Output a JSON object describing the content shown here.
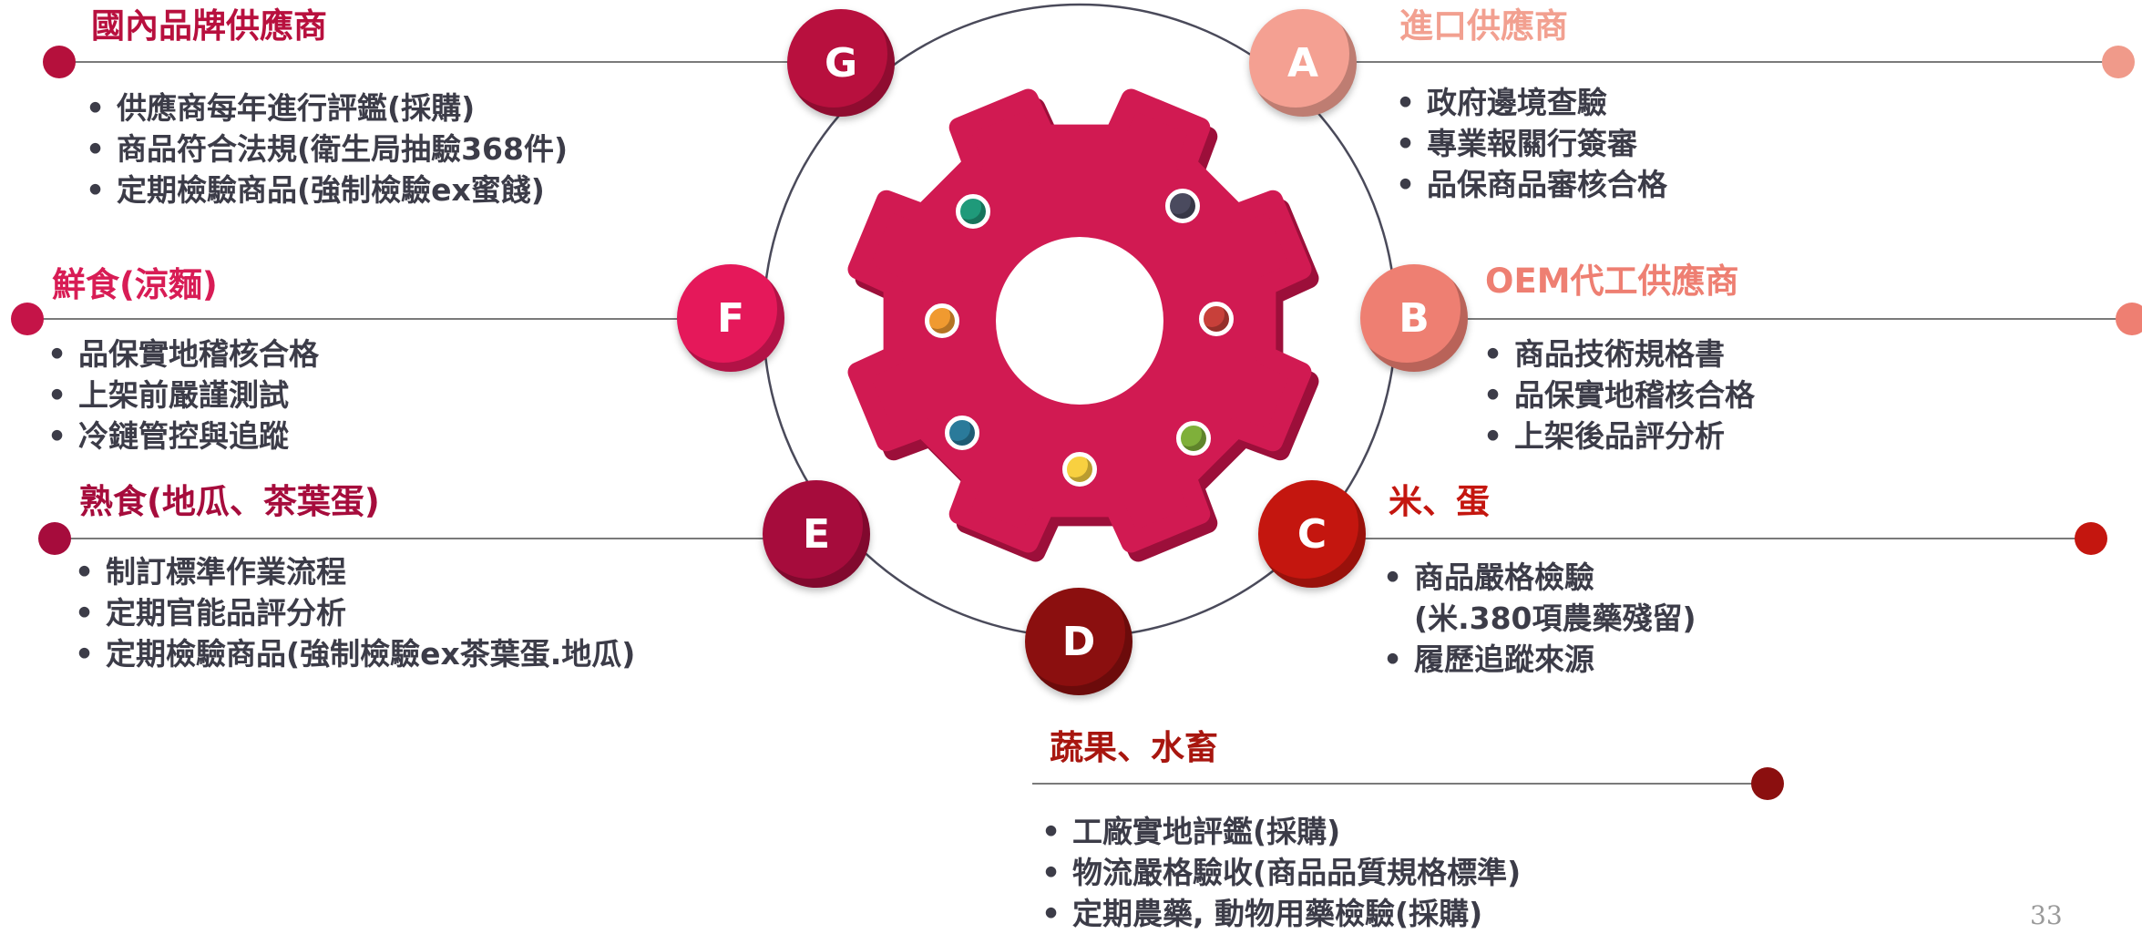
{
  "colors": {
    "A": "#f4a092",
    "B": "#ee7f72",
    "C": "#c4160f",
    "D": "#8b0f0f",
    "E": "#a60c3c",
    "F": "#e5185a",
    "G": "#b8103e",
    "gear": "#d11a52"
  },
  "sections": {
    "A": {
      "letter": "A",
      "title": "進口供應商",
      "items": [
        "政府邊境查驗",
        "專業報關行簽審",
        "品保商品審核合格"
      ]
    },
    "B": {
      "letter": "B",
      "title": "OEM代工供應商",
      "items": [
        "商品技術規格書",
        "品保實地稽核合格",
        "上架後品評分析"
      ]
    },
    "C": {
      "letter": "C",
      "title": "米、蛋",
      "items": [
        "商品嚴格檢驗",
        "(米.380項農藥殘留)",
        "履歷追蹤來源"
      ]
    },
    "D": {
      "letter": "D",
      "title": "蔬果、水畜",
      "items": [
        "工廠實地評鑑(採購)",
        "物流嚴格驗收(商品品質規格標準)",
        "定期農藥, 動物用藥檢驗(採購)"
      ]
    },
    "E": {
      "letter": "E",
      "title": "熟食(地瓜、茶葉蛋)",
      "items": [
        "制訂標準作業流程",
        "定期官能品評分析",
        "定期檢驗商品(強制檢驗ex茶葉蛋.地瓜)"
      ]
    },
    "F": {
      "letter": "F",
      "title": "鮮食(涼麵)",
      "items": [
        "品保實地稽核合格",
        "上架前嚴謹測試",
        "冷鏈管控與追蹤"
      ]
    },
    "G": {
      "letter": "G",
      "title": "國內品牌供應商",
      "items": [
        "供應商每年進行評鑑(採購)",
        "商品符合法規(衛生局抽驗368件)",
        "定期檢驗商品(強制檢驗ex蜜餞)"
      ]
    }
  },
  "gear_dots": [
    "#1f9a7a",
    "#4a4a5e",
    "#f09a30",
    "#c8403a",
    "#2a7a9a",
    "#7fb03a",
    "#f8d040"
  ],
  "page_number": "33"
}
